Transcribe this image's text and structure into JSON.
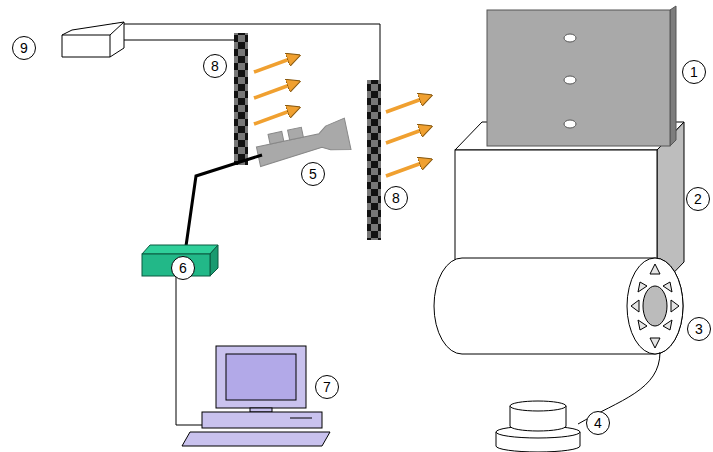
{
  "diagram": {
    "nodes": [
      {
        "text": [
          "9"
        ]
      },
      {
        "text": [
          "8"
        ]
      },
      {
        "text": [
          "1"
        ]
      },
      {
        "text": [
          "5"
        ]
      },
      {
        "text": [
          "8"
        ]
      },
      {
        "text": [
          "2"
        ]
      },
      {
        "text": [
          "6"
        ]
      },
      {
        "text": [
          "3"
        ]
      },
      {
        "text": [
          "7"
        ]
      },
      {
        "text": [
          "4"
        ]
      }
    ]
  }
}
